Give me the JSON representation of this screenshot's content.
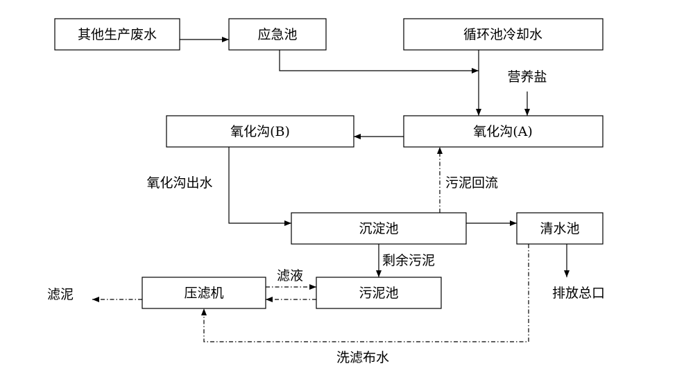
{
  "nodes": {
    "other_wastewater": "其他生产废水",
    "emergency_pool": "应急池",
    "cooling_water": "循环池冷却水",
    "nutrient_salt": "营养盐",
    "oxidation_ditch_b": "氧化沟(B)",
    "oxidation_ditch_a": "氧化沟(A)",
    "sedimentation_pool": "沉淀池",
    "clear_water_pool": "清水池",
    "filter_press": "压滤机",
    "sludge_pool": "污泥池",
    "filter_sludge": "滤泥",
    "main_outlet": "排放总口"
  },
  "labels": {
    "ditch_effluent": "氧化沟出水",
    "sludge_return": "污泥回流",
    "excess_sludge": "剩余污泥",
    "filtrate": "滤液",
    "wash_water": "洗滤布水"
  }
}
